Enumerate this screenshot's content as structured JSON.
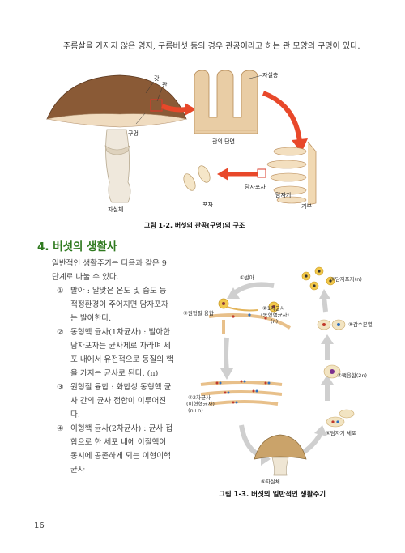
{
  "intro_text": "주름살을 가지지 않은 영지, 구름버섯 등의 경우 관공이라고 하는 관 모양의 구멍이 있다.",
  "figure1": {
    "labels": {
      "cap": "갓",
      "tube": "관",
      "pore": "구멍",
      "fruiting_body": "자실체",
      "hymenium": "자실층",
      "tube_section": "관의 단면",
      "basidiospore": "담자포자",
      "basidium": "담자기",
      "base": "기부",
      "spore": "포자"
    },
    "caption": "그림 1-2. 버섯의 관공(구멍)의 구조"
  },
  "section_title": "4. 버섯의 생활사",
  "intro_paragraph": "일반적인 생활주기는 다음과 같은 9단계로 나눌 수 있다.",
  "steps": [
    {
      "num": "①",
      "text": "발아 : 알맞은 온도 및 습도 등 적정환경이 주어지면 담자포자는 발아한다."
    },
    {
      "num": "②",
      "text": "동형핵 균사(1차균사) : 발아한 담자포자는 균사체로 자라며 세포 내에서 유전적으로 동질의 핵을 가지는 균사로 된다. (n)"
    },
    {
      "num": "③",
      "text": "원형질 융합 : 화합성 동형핵 균사 간의 균사 접합이 이루어진다."
    },
    {
      "num": "④",
      "text": "이형핵 균사(2차균사) : 균사 접합으로 한 세포 내에 이질핵이 동시에 공존하게 되는 이형이핵 균사"
    }
  ],
  "figure2": {
    "stages": {
      "s1": "①발아",
      "s2": "②1차균사",
      "s2b": "(동형핵균사)",
      "s2c": "(n)",
      "s3": "③원형질 융합",
      "s4": "④2차균사",
      "s4b": "(이형핵균사)",
      "s4c": "(n+n)",
      "s5": "⑤자실체",
      "s6": "⑥담자기 세포",
      "s7": "⑦핵융합(2n)",
      "s8": "⑧감수분열",
      "s9": "⑨담자포자(n)"
    },
    "caption": "그림 1-3. 버섯의 일반적인 생활주기"
  },
  "page_number": "16",
  "colors": {
    "section": "#2f7a1f",
    "arrow": "#e8482a",
    "cycle_arrow": "#cfcfcf"
  }
}
